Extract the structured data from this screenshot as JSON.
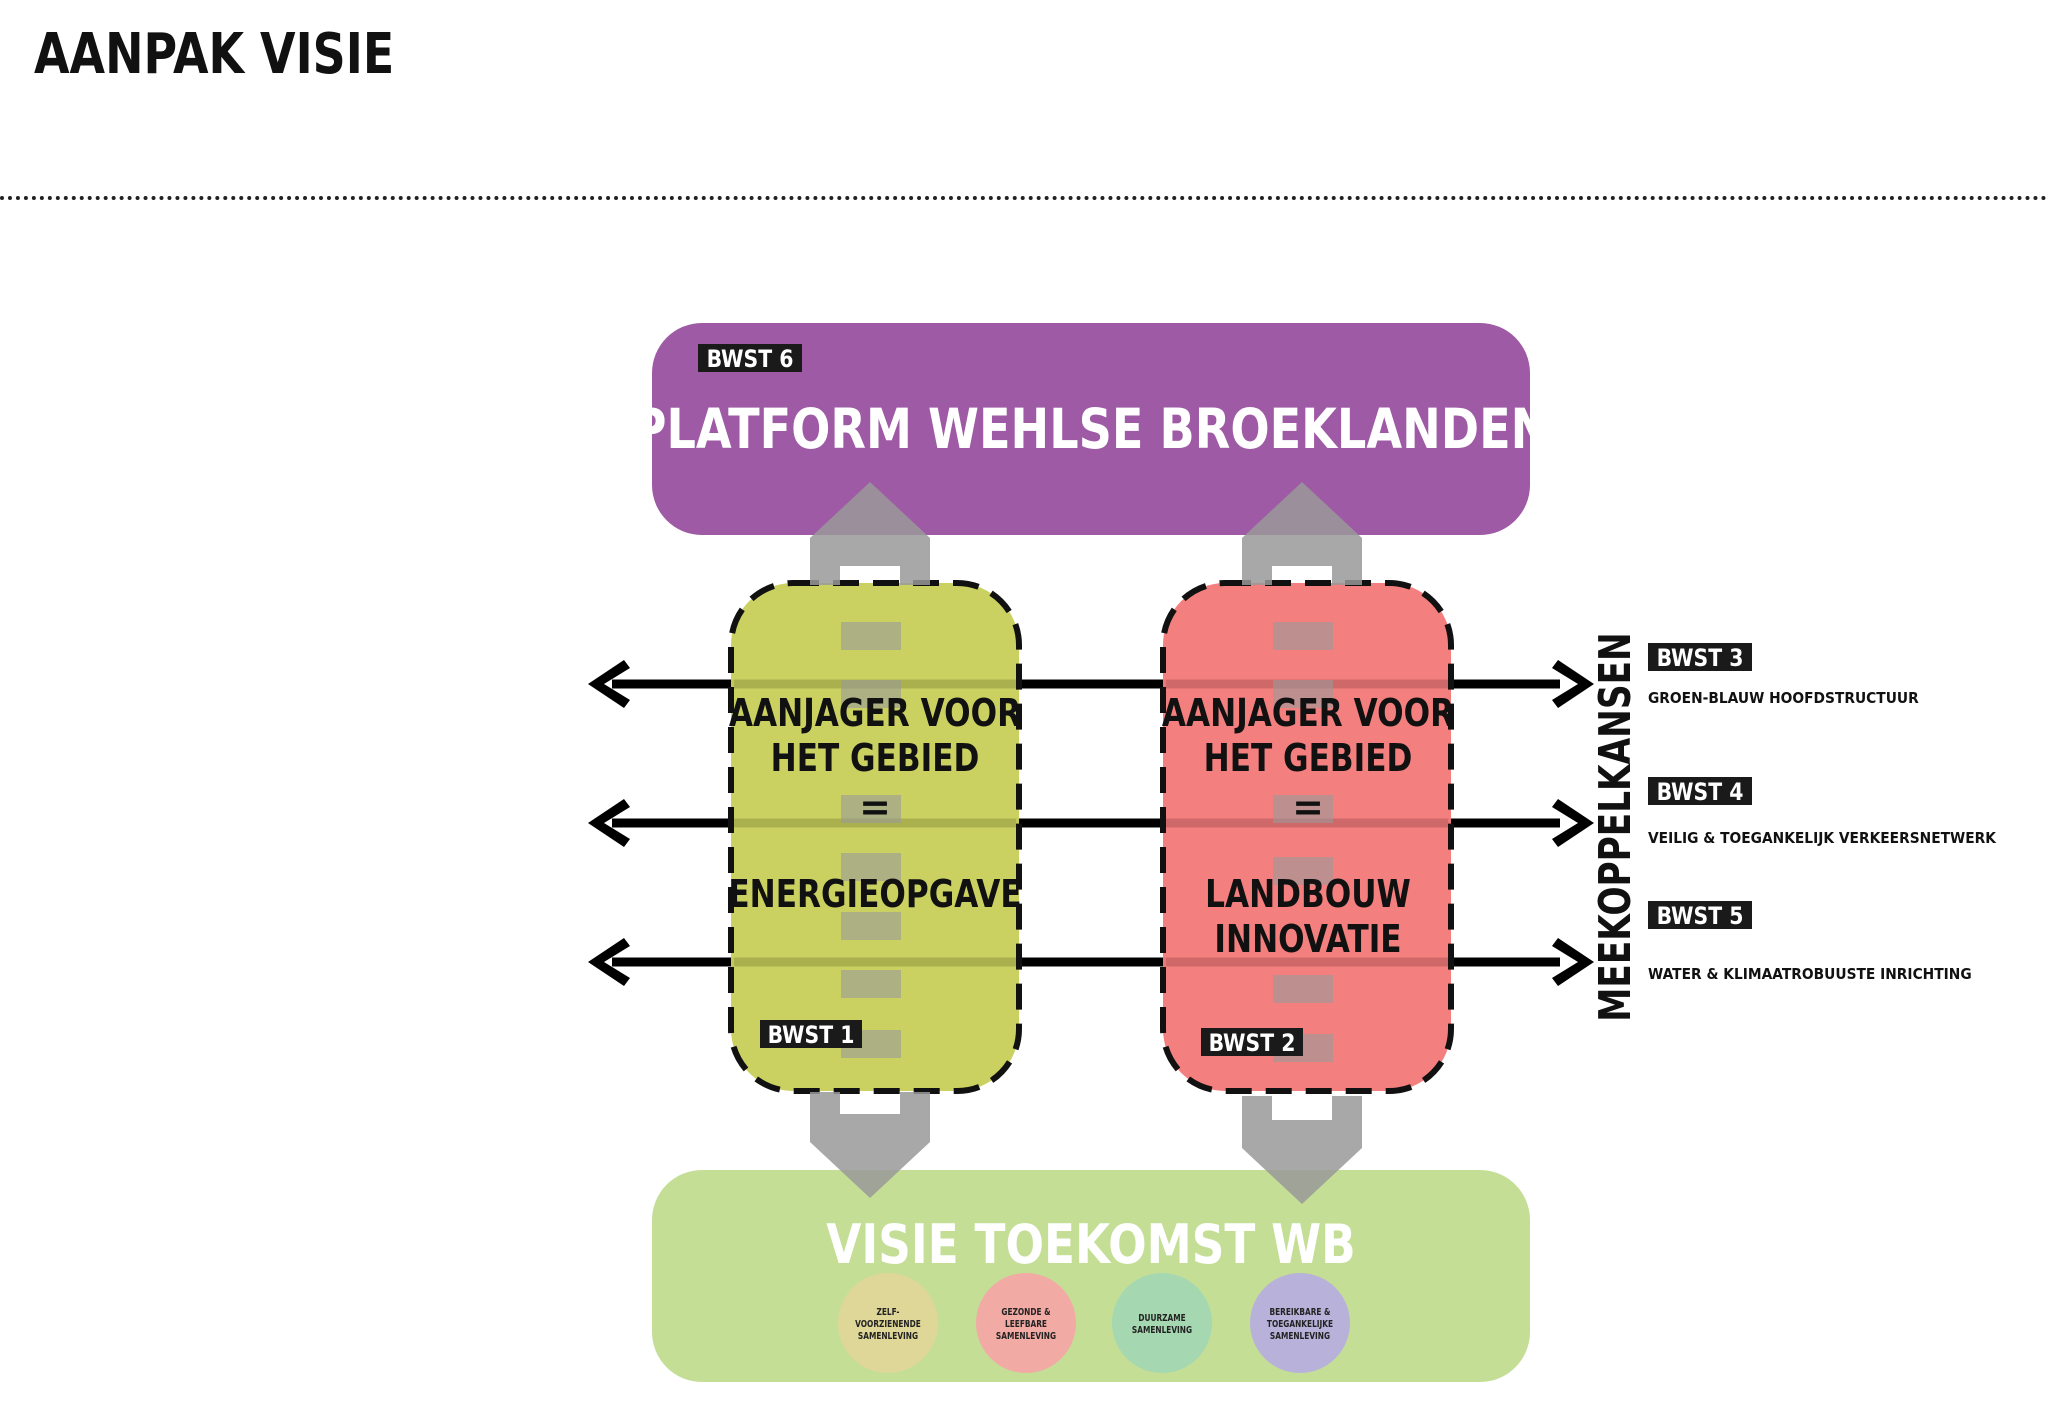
{
  "page": {
    "title": "AANPAK VISIE"
  },
  "platform": {
    "tag": "BWST 6",
    "label": "PLATFORM WEHLSE BROEKLANDEN",
    "color": "#9E5AA4"
  },
  "pillars": [
    {
      "line1": "AANJAGER VOOR",
      "line2": "HET GEBIED",
      "eq": "=",
      "topic1": "ENERGIEOPGAVE",
      "topic2": "",
      "tag": "BWST 1",
      "color": "#C9D05C"
    },
    {
      "line1": "AANJAGER VOOR",
      "line2": "HET GEBIED",
      "eq": "=",
      "topic1": "LANDBOUW",
      "topic2": "INNOVATIE",
      "tag": "BWST 2",
      "color": "#F47B7B"
    }
  ],
  "meekoppel": {
    "label": "MEEKOPPELKANSEN",
    "items": [
      {
        "tag": "BWST 3",
        "desc": "GROEN-BLAUW HOOFDSTRUCTUUR"
      },
      {
        "tag": "BWST 4",
        "desc": "VEILIG & TOEGANKELIJK VERKEERSNETWERK"
      },
      {
        "tag": "BWST 5",
        "desc": "WATER & KLIMAATROBUUSTE INRICHTING"
      }
    ]
  },
  "visie": {
    "label": "VISIE TOEKOMST WB",
    "color": "#C4DE96",
    "circles": [
      {
        "lines": [
          "ZELF-",
          "VOORZIENENDE",
          "SAMENLEVING"
        ],
        "color": "#DFD798"
      },
      {
        "lines": [
          "GEZONDE &",
          "LEEFBARE",
          "SAMENLEVING"
        ],
        "color": "#F2AAA4"
      },
      {
        "lines": [
          "DUURZAME",
          "SAMENLEVING"
        ],
        "color": "#A5D7B0"
      },
      {
        "lines": [
          "BEREIKBARE &",
          "TOEGANKELIJKE",
          "SAMENLEVING"
        ],
        "color": "#B8B2DA"
      }
    ]
  }
}
